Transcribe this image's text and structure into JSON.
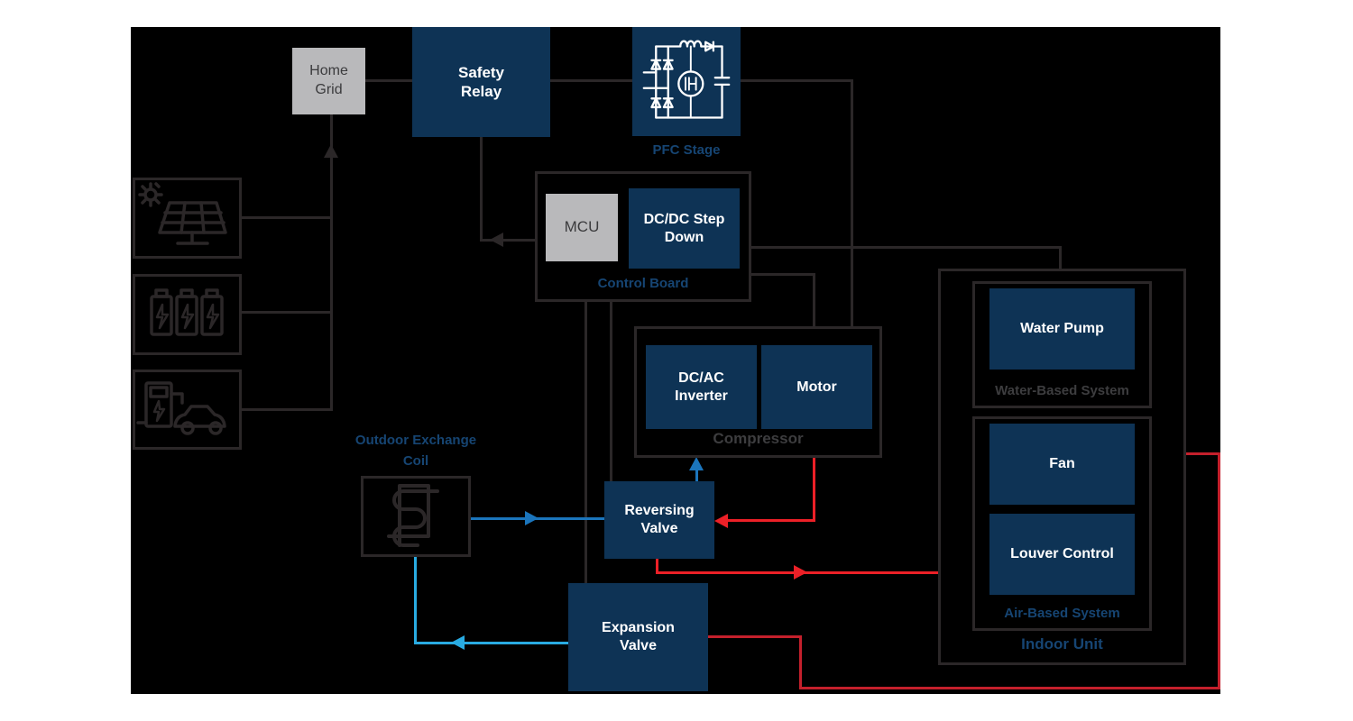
{
  "colors": {
    "background": "#ffffff",
    "canvas": "#000000",
    "navy": "#0e3355",
    "gray_box": "#b9b9bb",
    "dark_text": "#3b3b3d",
    "white_text": "#ffffff",
    "blue_label": "#164573",
    "gray_label": "#3d3d3f",
    "dark_line": "#2b2728",
    "blue_line": "#1b75bc",
    "cyan_line": "#29abe2",
    "red_line": "#ec2027",
    "red_return_line": "#c4202c"
  },
  "nodes": {
    "home_grid": "Home Grid",
    "safety_relay": "Safety Relay",
    "pfc_stage": "PFC Stage",
    "mcu": "MCU",
    "dcdc_step_down": "DC/DC Step Down",
    "control_board": "Control Board",
    "dcac_inverter": "DC/AC Inverter",
    "motor": "Motor",
    "compressor": "Compressor",
    "outdoor_exchange_coil": "Outdoor Exchange Coil",
    "reversing_valve": "Reversing Valve",
    "expansion_valve": "Expansion Valve",
    "water_pump": "Water Pump",
    "water_based_system": "Water-Based System",
    "fan": "Fan",
    "louver_control": "Louver Control",
    "air_based_system": "Air-Based System",
    "indoor_unit": "Indoor Unit"
  },
  "icons": {
    "solar_panel": "solar-panel-icon",
    "battery_bank": "battery-bank-icon",
    "ev_charging": "ev-charging-icon",
    "pfc_circuit": "pfc-circuit-icon",
    "exchange_coil": "exchange-coil-icon"
  }
}
